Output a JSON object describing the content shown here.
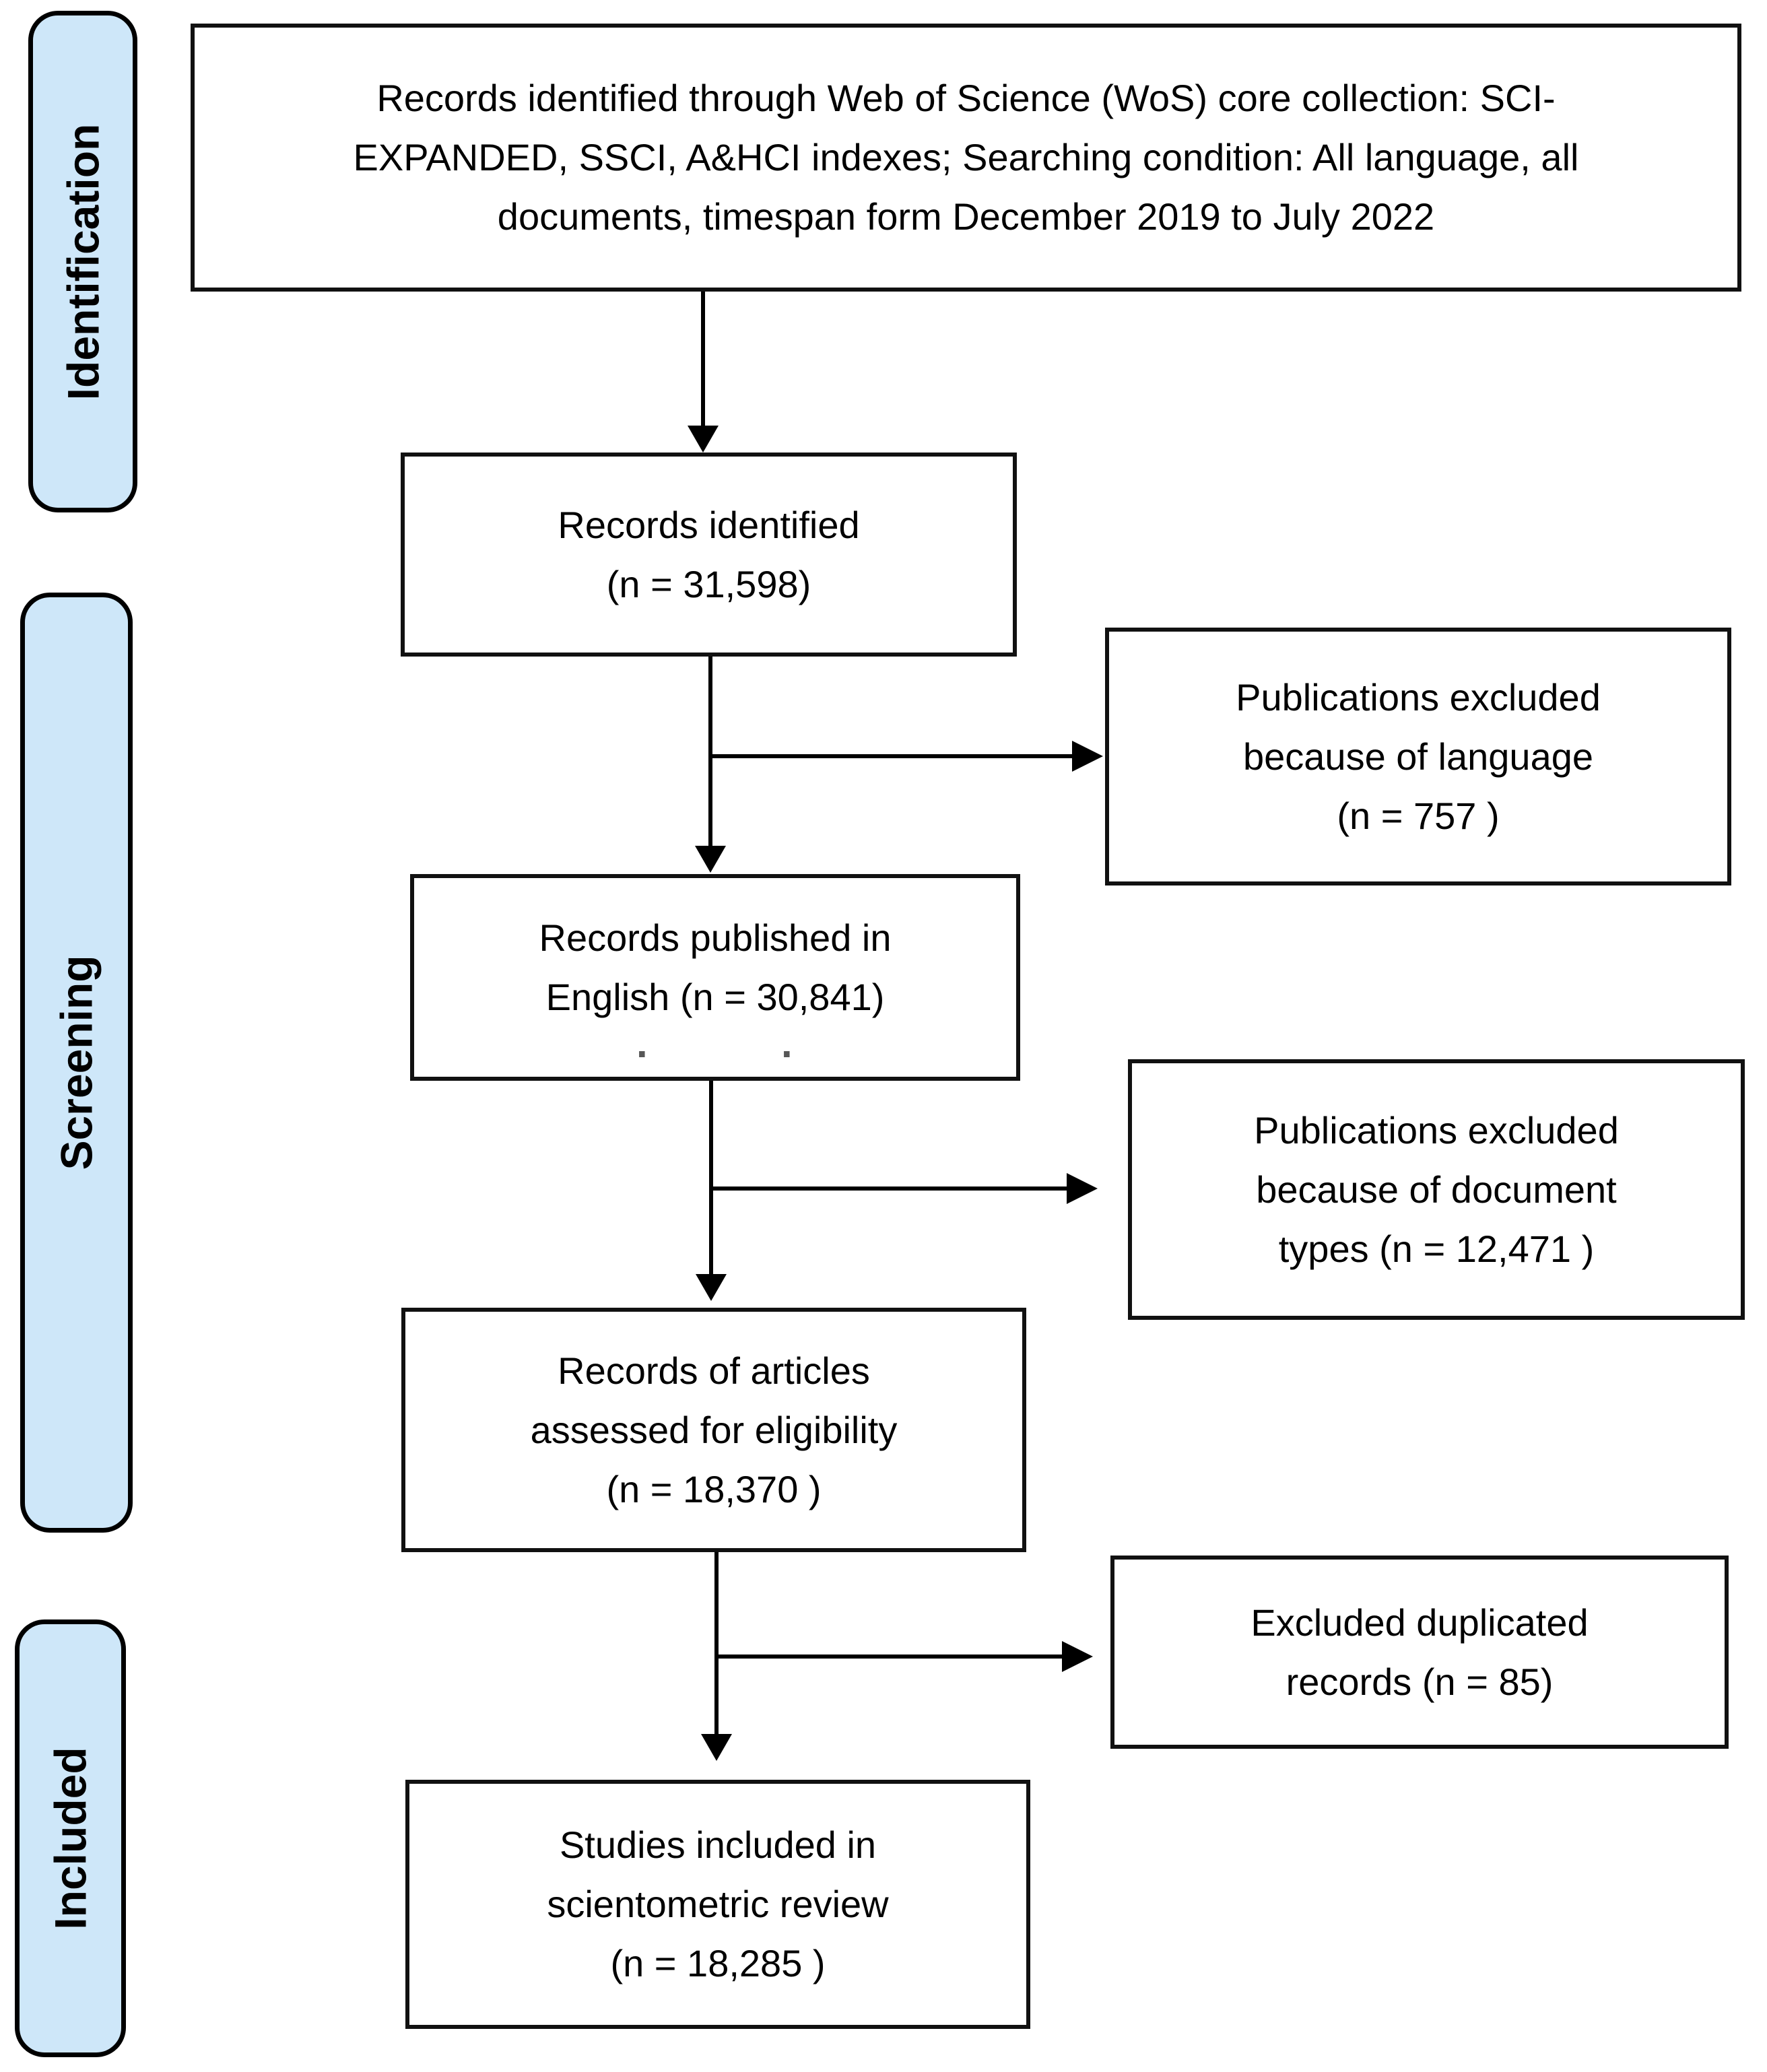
{
  "colors": {
    "stage_fill": "#cee7f9",
    "line": "#000000",
    "box_fill": "#ffffff",
    "text": "#000000"
  },
  "stages": [
    {
      "label": "Identification"
    },
    {
      "label": "Screening"
    },
    {
      "label": "Included"
    }
  ],
  "flow": {
    "source": {
      "lines": [
        "Records identified through Web of Science (WoS) core collection: SCI-",
        "EXPANDED, SSCI, A&HCI indexes; Searching condition: All language, all",
        "documents, timespan form December 2019 to July 2022"
      ]
    },
    "identified": {
      "lines": [
        "Records identified",
        "(n = 31,598)"
      ]
    },
    "english": {
      "lines": [
        "Records published in",
        "English (n = 30,841)"
      ]
    },
    "eligibility": {
      "lines": [
        "Records of articles",
        "assessed for eligibility",
        "(n = 18,370 )"
      ]
    },
    "studies": {
      "lines": [
        "Studies included in",
        "scientometric review",
        "(n = 18,285 )"
      ]
    }
  },
  "exclusions": {
    "language": {
      "lines": [
        "Publications excluded",
        "because of language",
        "(n = 757 )"
      ]
    },
    "doctypes": {
      "lines": [
        "Publications excluded",
        "because of document",
        "types (n = 12,471 )"
      ]
    },
    "duplicates": {
      "lines": [
        "Excluded duplicated",
        "records (n = 85)"
      ]
    }
  },
  "artifacts": {
    "dots": [
      ".",
      "."
    ]
  }
}
